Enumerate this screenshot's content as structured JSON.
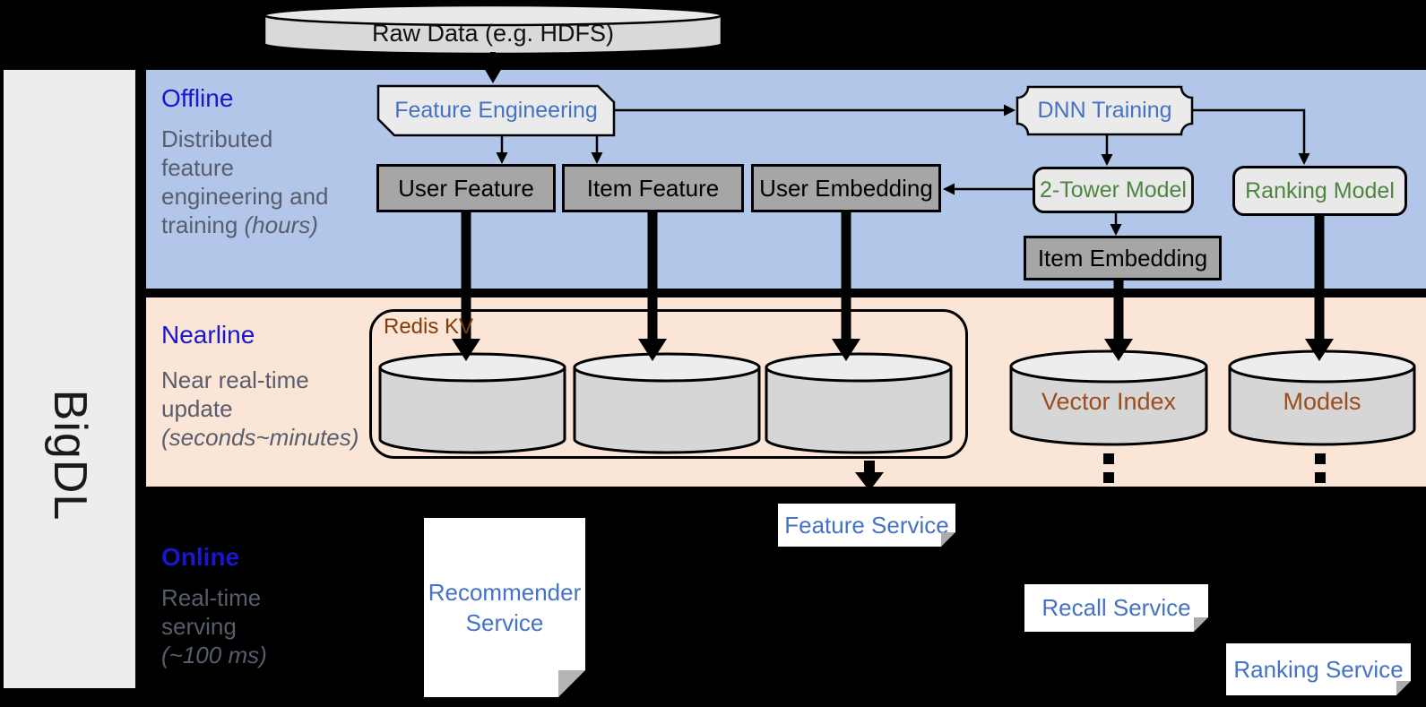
{
  "brand": {
    "label": "BigDL"
  },
  "raw_data": {
    "label": "Raw Data (e.g. HDFS)"
  },
  "sections": {
    "offline": {
      "title": "Offline",
      "desc_lines": [
        "Distributed",
        "feature",
        "engineering and",
        "training"
      ],
      "desc_italic": "(hours)"
    },
    "nearline": {
      "title": "Nearline",
      "desc_lines": [
        "Near real-time",
        "update"
      ],
      "desc_italic": "(seconds~minutes)"
    },
    "online": {
      "title": "Online",
      "desc_lines": [
        "Real-time",
        "serving"
      ],
      "desc_italic": "(~100 ms)"
    }
  },
  "nodes": {
    "feature_engineering": "Feature Engineering",
    "dnn_training": "DNN Training",
    "user_feature": "User Feature",
    "item_feature": "Item Feature",
    "user_embedding": "User Embedding",
    "two_tower_model": "2-Tower Model",
    "ranking_model": "Ranking Model",
    "item_embedding": "Item Embedding",
    "redis_kv": "Redis KV",
    "vector_index": "Vector Index",
    "models": "Models",
    "recommender_service_line1": "Recommender",
    "recommender_service_line2": "Service",
    "feature_service": "Feature Service",
    "recall_service": "Recall Service",
    "ranking_service": "Ranking Service"
  },
  "colors": {
    "background": "#000000",
    "offline_band": "#B2C6E9",
    "nearline_band": "#FBE5D6",
    "sidebar": "#EDEDED",
    "section_title_blue": "#1717CE",
    "description_gray": "#575D6D",
    "node_text_blue": "#4472C4",
    "model_text_green": "#4E8540",
    "redis_text_brown": "#833C0C",
    "cylinder_label_rust": "#9E4B1E",
    "gray_node_fill": "#A6A6A6",
    "light_node_fill": "#EBEBEB",
    "cylinder_fill": "#D6D6D6"
  }
}
